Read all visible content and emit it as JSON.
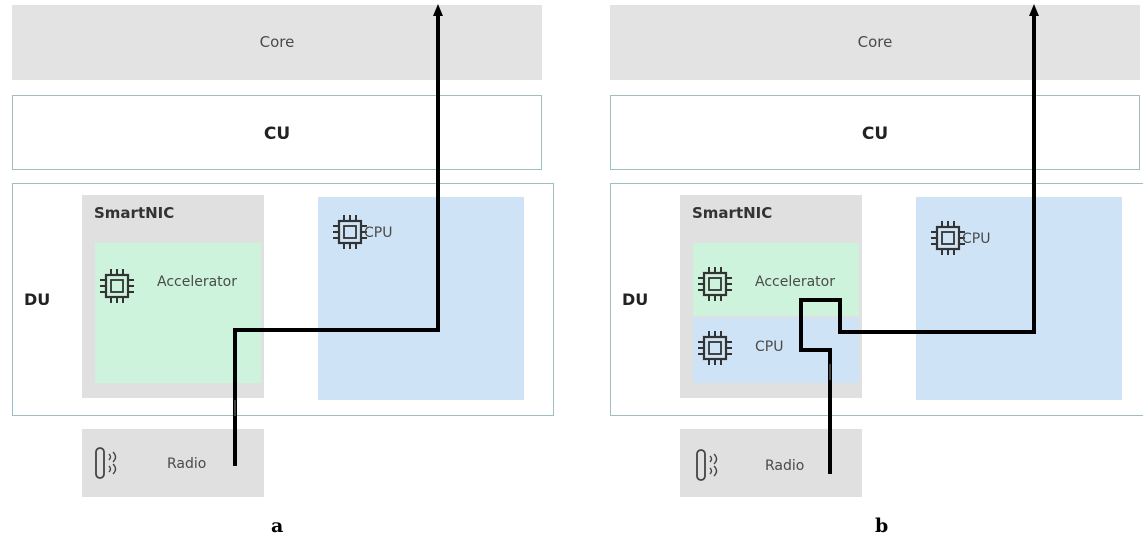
{
  "panels": [
    {
      "id": "a",
      "core": "Core",
      "cu": "CU",
      "du": "DU",
      "smartnic": "SmartNIC",
      "accelerator": "Accelerator",
      "cpu": "CPU",
      "radio": "Radio",
      "caption": "a"
    },
    {
      "id": "b",
      "core": "Core",
      "cu": "CU",
      "du": "DU",
      "smartnic": "SmartNIC",
      "accelerator": "Accelerator",
      "smartnic_cpu": "CPU",
      "cpu": "CPU",
      "radio": "Radio",
      "caption": "b"
    }
  ],
  "icons": {
    "chip": "chip-icon",
    "radio": "radio-antenna-icon"
  },
  "colors": {
    "core": "#e3e3e3",
    "smartnic": "#e0e0e0",
    "accelerator": "#cdf3dc",
    "cpu": "#cfe3f6",
    "border": "#9dbfbf",
    "path": "#000000"
  }
}
